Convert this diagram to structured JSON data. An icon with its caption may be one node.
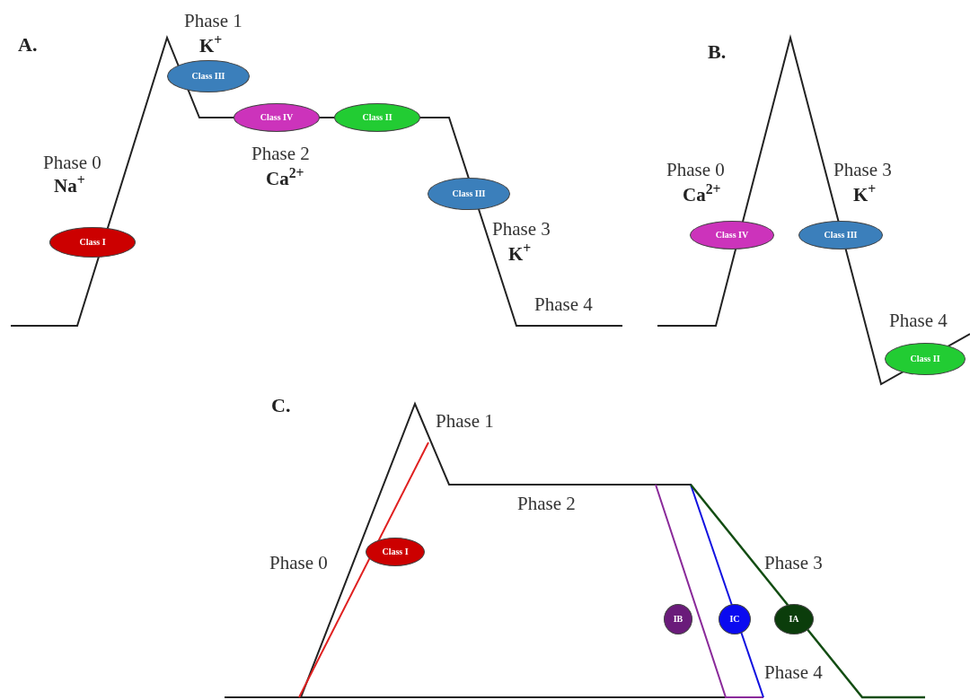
{
  "diagram": {
    "nodes": [
      {
        "text": [
          "Class III"
        ]
      },
      {
        "text": [
          "Class IV"
        ]
      },
      {
        "text": [
          "Class II"
        ]
      },
      {
        "text": [
          "Class I"
        ]
      },
      {
        "text": [
          "Class III"
        ]
      },
      {
        "text": [
          "Class IV"
        ]
      },
      {
        "text": [
          "Class III"
        ]
      },
      {
        "text": [
          "Class II"
        ]
      },
      {
        "text": [
          "Class I"
        ]
      },
      {
        "text": [
          "IB"
        ]
      },
      {
        "text": [
          "IC"
        ]
      },
      {
        "text": [
          "IA"
        ]
      }
    ],
    "edges": [],
    "labels": [
      "A.",
      "Phase 1",
      "**K$^{+}$**",
      "Phase 0",
      "**Na$^{+}$**",
      "Phase 2",
      "**Ca$^{2+}$**",
      "Phase 3",
      "**K$^{+}$**",
      "Phase 4",
      "B.",
      "Phase 0",
      "**Ca$^{2+}$**",
      "Phase 3",
      "**K$^{+}$**",
      "Phase 4",
      "C.",
      "Phase 1",
      "Phase 2",
      "Phase 0",
      "Phase 3",
      "Phase 4"
    ]
  }
}
